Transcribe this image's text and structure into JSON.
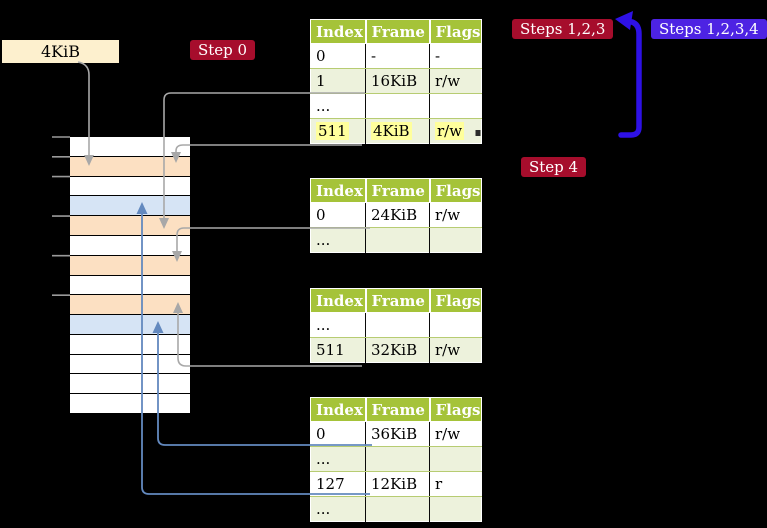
{
  "labels": {
    "frame_box": "4KiB",
    "step0": "Step 0",
    "steps123": "Steps 1,2,3",
    "steps1234": "Steps 1,2,3,4",
    "step4": "Step 4"
  },
  "tables": [
    {
      "name": "page-table-1",
      "headers": [
        "Index",
        "Frame",
        "Flags"
      ],
      "rows": [
        {
          "cells": [
            "0",
            "-",
            "-"
          ],
          "highlight": false
        },
        {
          "cells": [
            "1",
            "16KiB",
            "r/w"
          ],
          "highlight": false
        },
        {
          "cells": [
            "...",
            "",
            ""
          ],
          "highlight": false
        },
        {
          "cells": [
            "511",
            "4KiB",
            "r/w"
          ],
          "highlight": true
        }
      ]
    },
    {
      "name": "page-table-2",
      "headers": [
        "Index",
        "Frame",
        "Flags"
      ],
      "rows": [
        {
          "cells": [
            "0",
            "24KiB",
            "r/w"
          ],
          "highlight": false
        },
        {
          "cells": [
            "...",
            "",
            ""
          ],
          "highlight": false
        }
      ]
    },
    {
      "name": "page-table-3",
      "headers": [
        "Index",
        "Frame",
        "Flags"
      ],
      "rows": [
        {
          "cells": [
            "...",
            "",
            ""
          ],
          "highlight": false
        },
        {
          "cells": [
            "511",
            "32KiB",
            "r/w"
          ],
          "highlight": false
        }
      ]
    },
    {
      "name": "page-table-4",
      "headers": [
        "Index",
        "Frame",
        "Flags"
      ],
      "rows": [
        {
          "cells": [
            "0",
            "36KiB",
            "r/w"
          ],
          "highlight": false
        },
        {
          "cells": [
            "...",
            "",
            ""
          ],
          "highlight": false
        },
        {
          "cells": [
            "127",
            "12KiB",
            "r"
          ],
          "highlight": false
        },
        {
          "cells": [
            "...",
            "",
            ""
          ],
          "highlight": false
        }
      ]
    }
  ],
  "memory": {
    "rows": [
      {
        "color": "white"
      },
      {
        "color": "orange"
      },
      {
        "color": "white"
      },
      {
        "color": "blue"
      },
      {
        "color": "orange"
      },
      {
        "color": "white"
      },
      {
        "color": "orange"
      },
      {
        "color": "white"
      },
      {
        "color": "orange"
      },
      {
        "color": "blue"
      },
      {
        "color": "white"
      },
      {
        "color": "white"
      },
      {
        "color": "white"
      },
      {
        "color": "white"
      }
    ],
    "tick_row_boundaries": [
      0,
      1,
      2,
      4,
      6,
      8
    ]
  },
  "arrows": {
    "gray": [
      {
        "from": "frame-size-box",
        "to": "memory-row-2-orange"
      },
      {
        "from": "table1-row-1",
        "to": "memory-row-5-orange"
      },
      {
        "from": "table1-row-511",
        "to": "memory-row-2-orange"
      },
      {
        "from": "table2-row-0",
        "to": "memory-row-7-orange"
      },
      {
        "from": "table3-row-511",
        "to": "memory-row-9-orange"
      }
    ],
    "blue": [
      {
        "from": "table4-row-0",
        "to": "memory-row-10-blue"
      },
      {
        "from": "table4-row-127",
        "to": "memory-row-4-blue"
      }
    ],
    "big_blue": {
      "from": "table1-region-bottom",
      "to": "top",
      "meaning": "Steps 1,2,3,4"
    }
  },
  "colors": {
    "red": "#A60D2C",
    "blue_label": "#4D23E3",
    "blue_arrow": "#2E11E6",
    "header_green": "#A5C339",
    "row_green": "#EDF2DC",
    "row_line": "#B7CC72",
    "orange": "#FCE0C2",
    "mem_blue": "#D6E4F5",
    "cream": "#FDF0CE",
    "yellow": "#FFFF9C",
    "gray_line": "#A8A8A8",
    "steel": "#6389BF"
  }
}
